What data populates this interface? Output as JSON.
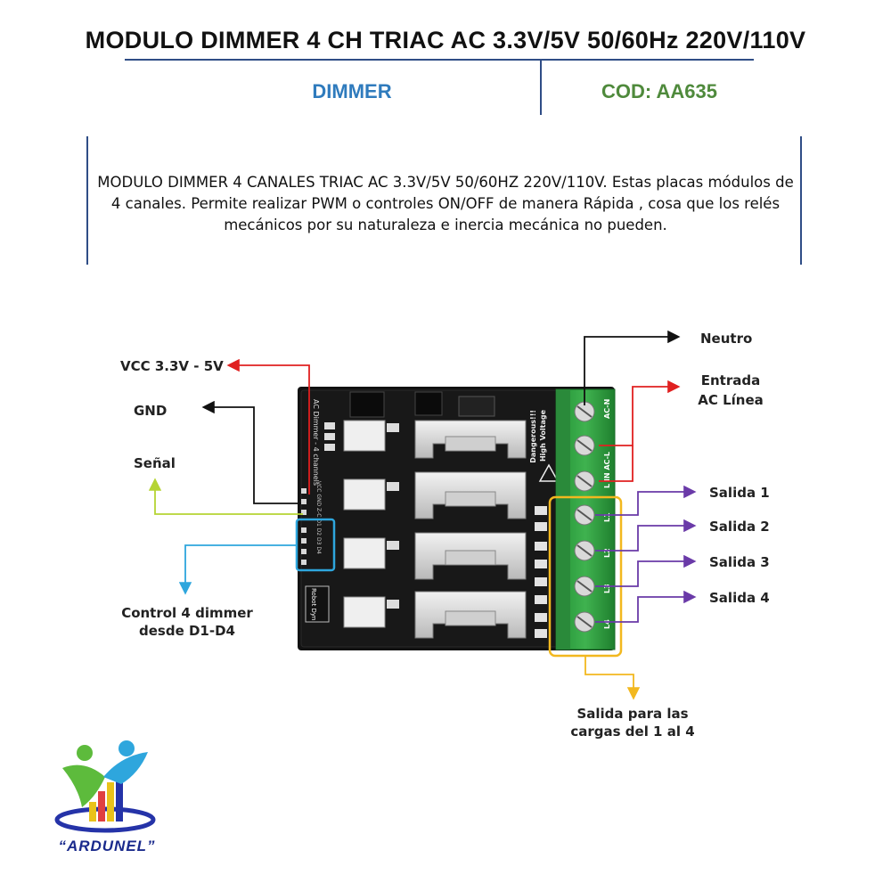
{
  "header": {
    "title": "MODULO DIMMER 4 CH TRIAC AC 3.3V/5V 50/60Hz 220V/110V",
    "category": "DIMMER",
    "code": "COD: AA635",
    "category_color": "#2f7bbd",
    "code_color": "#4f8a3c"
  },
  "description": "MODULO DIMMER 4 CANALES TRIAC AC 3.3V/5V 50/60HZ 220V/110V. Estas placas módulos de 4 canales. Permite realizar PWM o controles ON/OFF de manera Rápida , cosa que los relés mecánicos por su naturaleza e inercia mecánica no pueden.",
  "labels": {
    "vcc": "VCC 3.3V - 5V",
    "gnd": "GND",
    "signal": "Señal",
    "control_line1": "Control 4 dimmer",
    "control_line2": "desde D1-D4",
    "neutral": "Neutro",
    "ac_in_line1": "Entrada",
    "ac_in_line2": "AC Línea",
    "out1": "Salida 1",
    "out2": "Salida 2",
    "out3": "Salida 3",
    "out4": "Salida 4",
    "loads_line1": "Salida para las",
    "loads_line2": "cargas del 1 al 4"
  },
  "board": {
    "silk_title": "AC Dimmer - 4 channels",
    "warning_line1": "Dangerous!!!",
    "warning_line2": "High Voltage",
    "terminal_top": "AC-N",
    "terminal_mid": "L IN AC-L",
    "terminal_outputs": [
      "L1",
      "L2",
      "L3",
      "L4"
    ],
    "pin_labels": "VCC GND Z-C D1 D2 D3 D4",
    "brand": "Robot Dyn"
  },
  "colors": {
    "vcc_arrow": "#e02020",
    "gnd_arrow": "#111111",
    "signal_arrow": "#b5d433",
    "control_arrow": "#2ea6dd",
    "output_arrow": "#6a3aa8",
    "loads_box": "#f2b81f",
    "terminal_green": "#2e9e3f"
  },
  "logo": {
    "text": "“ARDUNEL”"
  }
}
